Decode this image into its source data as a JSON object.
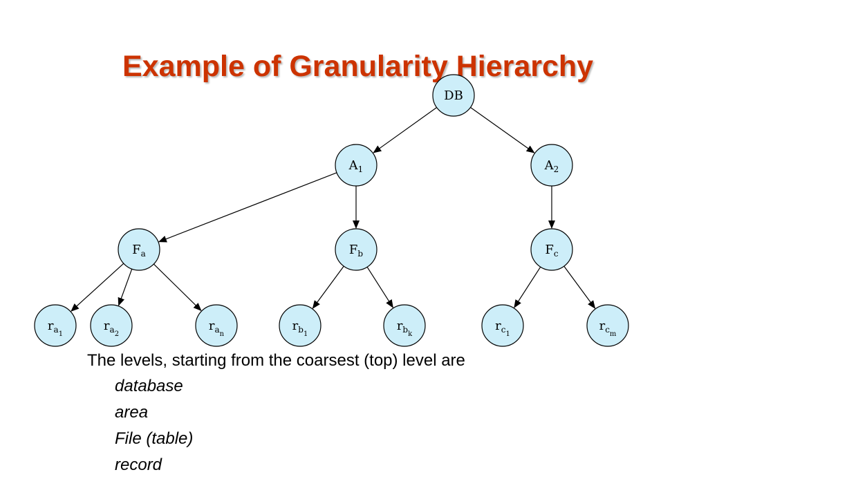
{
  "title": "Example of Granularity Hierarchy",
  "colors": {
    "title": "#cc3300",
    "node_fill": "#cdeef9",
    "node_stroke": "#000000"
  },
  "tree": {
    "root": {
      "base": "DB",
      "sub": "",
      "subsub": ""
    },
    "areas": [
      {
        "base": "A",
        "sub": "1",
        "subsub": ""
      },
      {
        "base": "A",
        "sub": "2",
        "subsub": ""
      }
    ],
    "files": [
      {
        "base": "F",
        "sub": "a",
        "subsub": ""
      },
      {
        "base": "F",
        "sub": "b",
        "subsub": ""
      },
      {
        "base": "F",
        "sub": "c",
        "subsub": ""
      }
    ],
    "records": [
      {
        "base": "r",
        "sub": "a",
        "subsub": "1"
      },
      {
        "base": "r",
        "sub": "a",
        "subsub": "2"
      },
      {
        "base": "r",
        "sub": "a",
        "subsub": "n"
      },
      {
        "base": "r",
        "sub": "b",
        "subsub": "1"
      },
      {
        "base": "r",
        "sub": "b",
        "subsub": "k"
      },
      {
        "base": "r",
        "sub": "c",
        "subsub": "1"
      },
      {
        "base": "r",
        "sub": "c",
        "subsub": "m"
      }
    ]
  },
  "levels": {
    "intro": "The levels, starting from the coarsest (top) level are",
    "items": [
      "database",
      "area",
      "File (table)",
      "record"
    ]
  }
}
